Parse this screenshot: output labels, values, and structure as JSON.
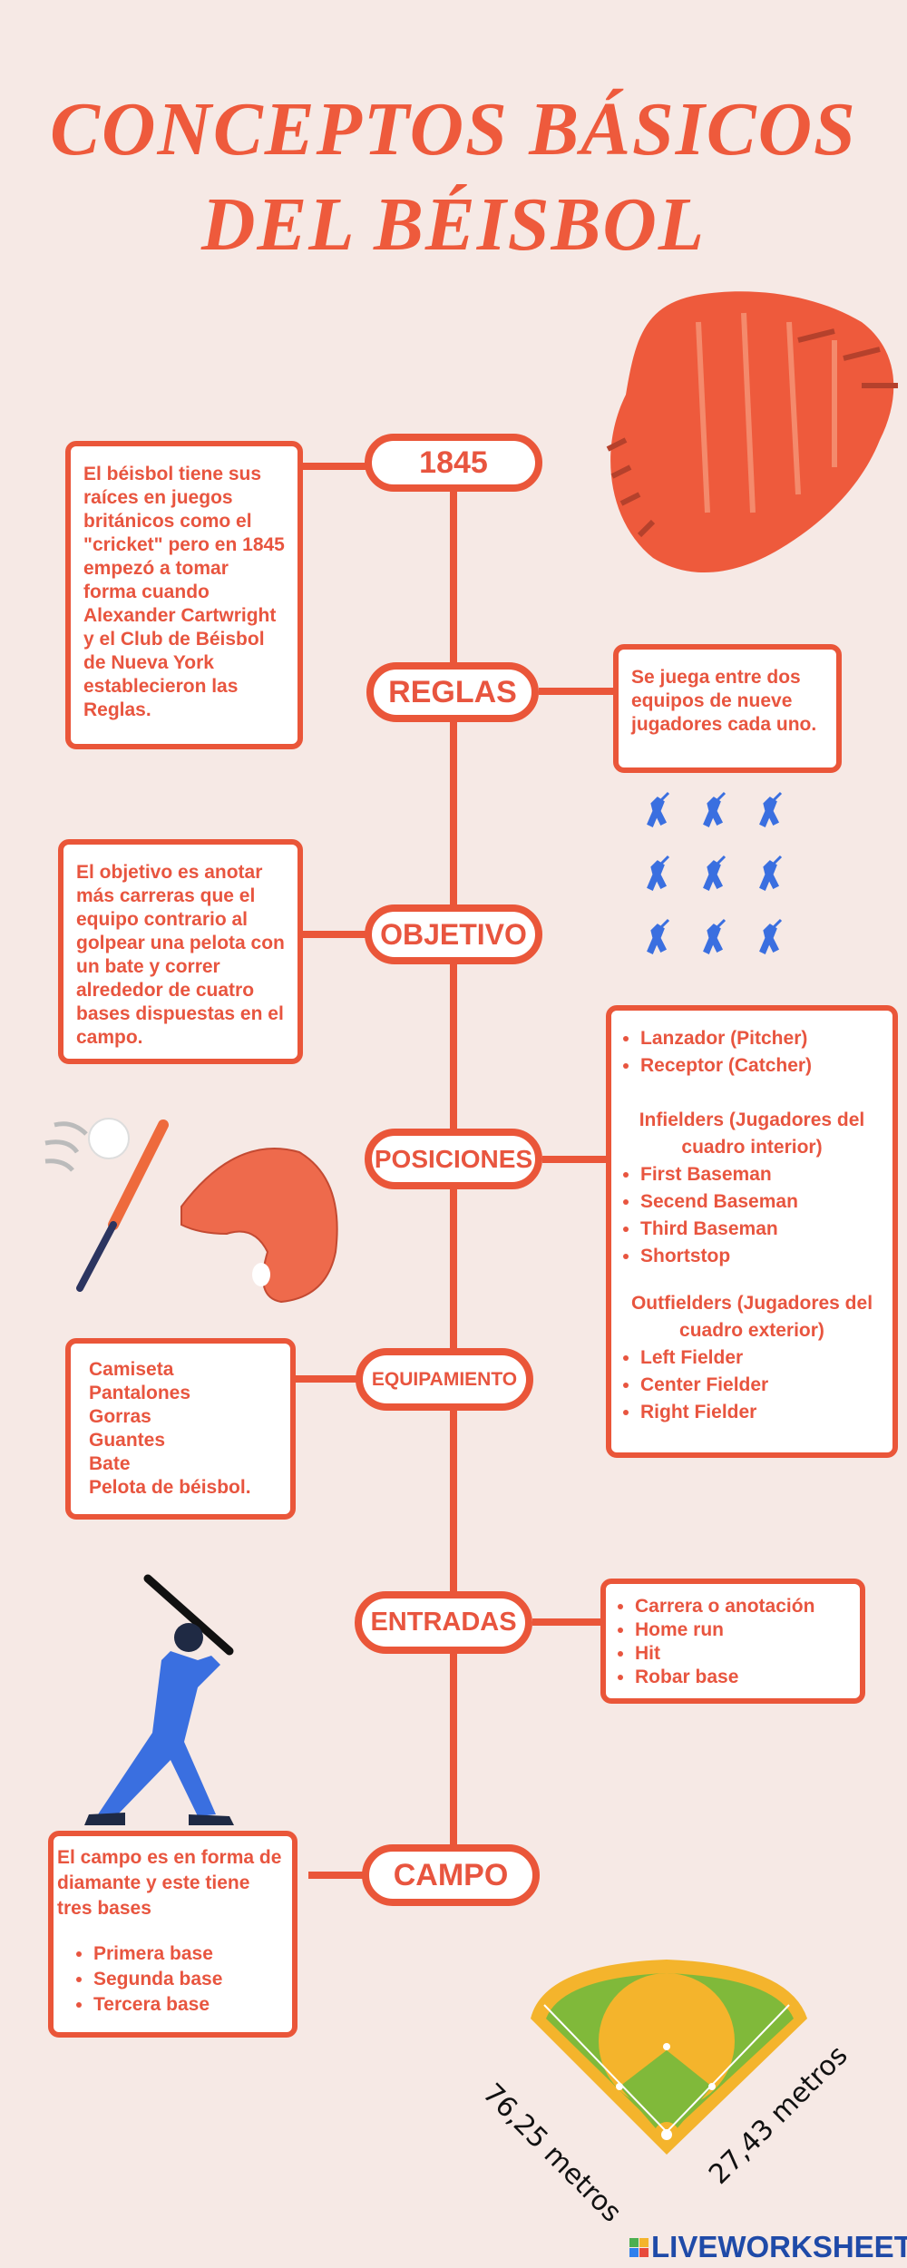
{
  "title": {
    "line1": "CONCEPTOS BÁSICOS",
    "line2": "DEL BÉISBOL"
  },
  "nodes": {
    "n1845": {
      "label": "1845",
      "text": "El béisbol tiene sus raíces en juegos británicos como el \"cricket\" pero en 1845 empezó a tomar forma cuando Alexander Cartwright y el Club de Béisbol de Nueva York establecieron las Reglas."
    },
    "reglas": {
      "label": "REGLAS",
      "text": "Se juega entre dos equipos de nueve jugadores cada uno."
    },
    "objetivo": {
      "label": "OBJETIVO",
      "text": "El objetivo es anotar más carreras que el equipo contrario al golpear una pelota con un bate y correr alrededor de cuatro bases dispuestas en el campo."
    },
    "posiciones": {
      "label": "POSICIONES",
      "items": [
        "Lanzador (Pitcher)",
        "Receptor (Catcher)"
      ],
      "infield_heading": "Infielders (Jugadores del cuadro interior)",
      "infield": [
        "First Baseman",
        "Secend Baseman",
        "Third Baseman",
        "Shortstop"
      ],
      "outfield_heading": "Outfielders (Jugadores del cuadro exterior)",
      "outfield": [
        "Left Fielder",
        "Center Fielder",
        "Right Fielder"
      ]
    },
    "equipamiento": {
      "label": "EQUIPAMIENTO",
      "items": [
        "Camiseta",
        "Pantalones",
        "Gorras",
        "Guantes",
        "Bate",
        "Pelota de béisbol."
      ]
    },
    "entradas": {
      "label": "ENTRADAS",
      "items": [
        "Carrera o anotación",
        "Home run",
        "Hit",
        "Robar base"
      ]
    },
    "campo": {
      "label": "CAMPO",
      "text": "El campo es en forma de diamante y este tiene tres bases",
      "items": [
        "Primera base",
        "Segunda base",
        "Tercera base"
      ]
    }
  },
  "field": {
    "left_distance": "76,25 metros",
    "right_distance": "27,43 metros"
  },
  "logo": {
    "text": "LIVEWORKSHEETS"
  },
  "colors": {
    "accent": "#ea5639",
    "background": "#f6e9e5",
    "player_blue": "#3a6fe0",
    "field_green": "#80b93a",
    "field_orange": "#f4b42c"
  }
}
